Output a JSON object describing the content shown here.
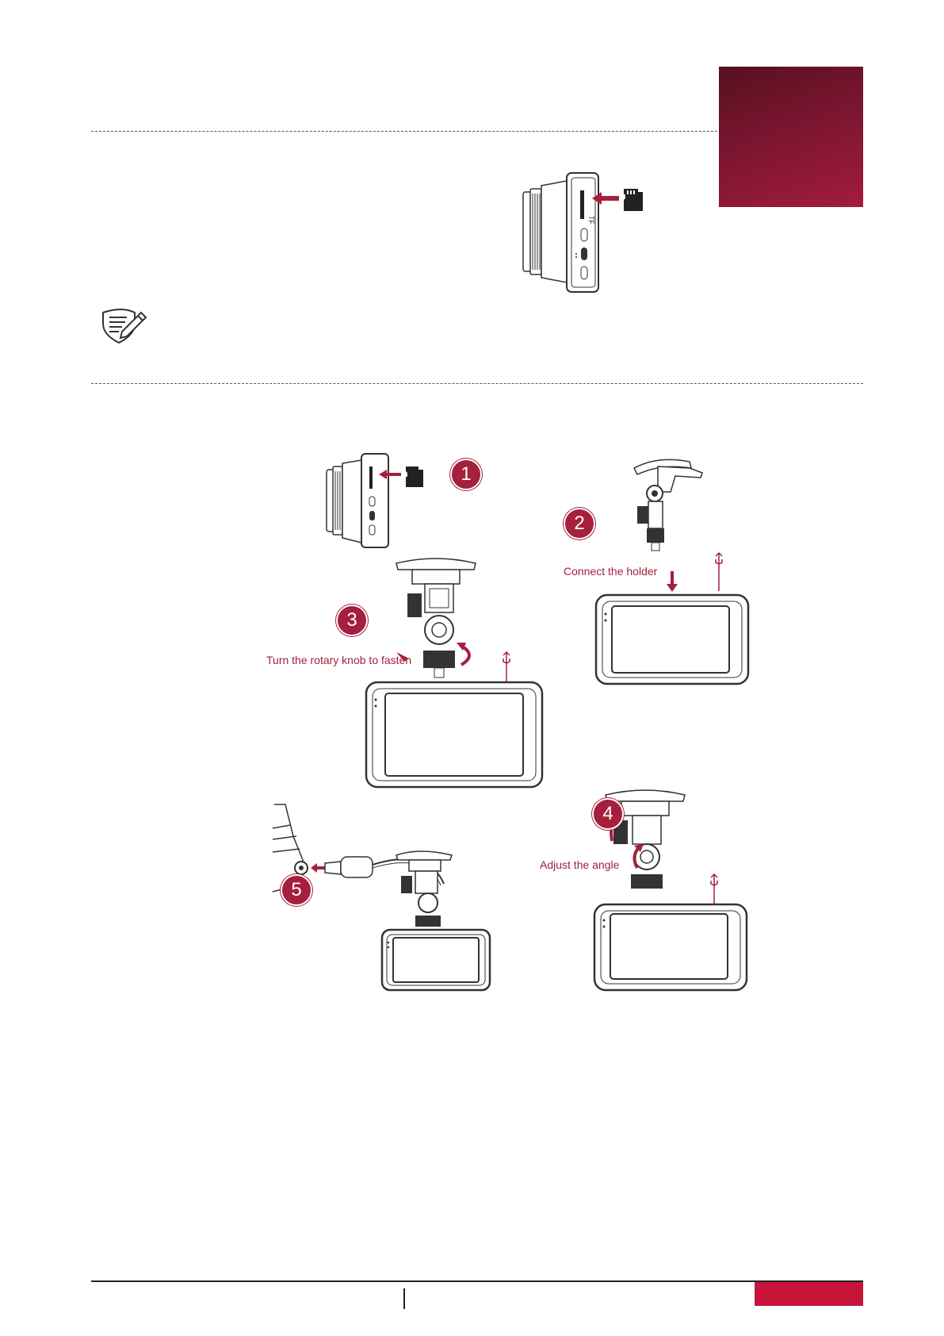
{
  "header": {
    "accent_color": "#a31c3b"
  },
  "figure_top": {
    "slot_label": "TF",
    "icons": [
      "dashcam-side-icon",
      "microsd-card-icon",
      "insert-arrow-icon"
    ]
  },
  "note": {
    "icon": "note-pencil-icon"
  },
  "installation": {
    "steps": [
      {
        "number": "1",
        "caption": ""
      },
      {
        "number": "2",
        "caption": "Connect the holder"
      },
      {
        "number": "3",
        "caption": "Turn the rotary knob to fasten"
      },
      {
        "number": "4",
        "caption": "Adjust  the angle"
      },
      {
        "number": "5",
        "caption": ""
      }
    ],
    "accent_color": "#a4203c"
  },
  "footer": {
    "tab_color": "#c8143a"
  }
}
